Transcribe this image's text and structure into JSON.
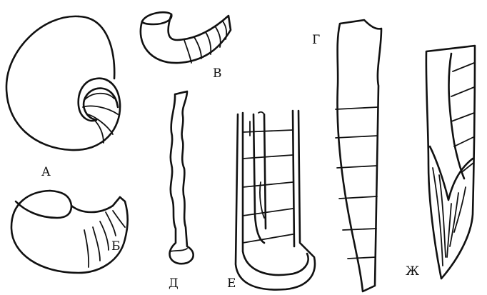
{
  "figure": {
    "ink_color": "#111111",
    "background": "#ffffff",
    "labels": {
      "a": "А",
      "b": "Б",
      "v": "В",
      "g": "Г",
      "d": "Д",
      "e": "Е",
      "zh": "Ж"
    }
  }
}
